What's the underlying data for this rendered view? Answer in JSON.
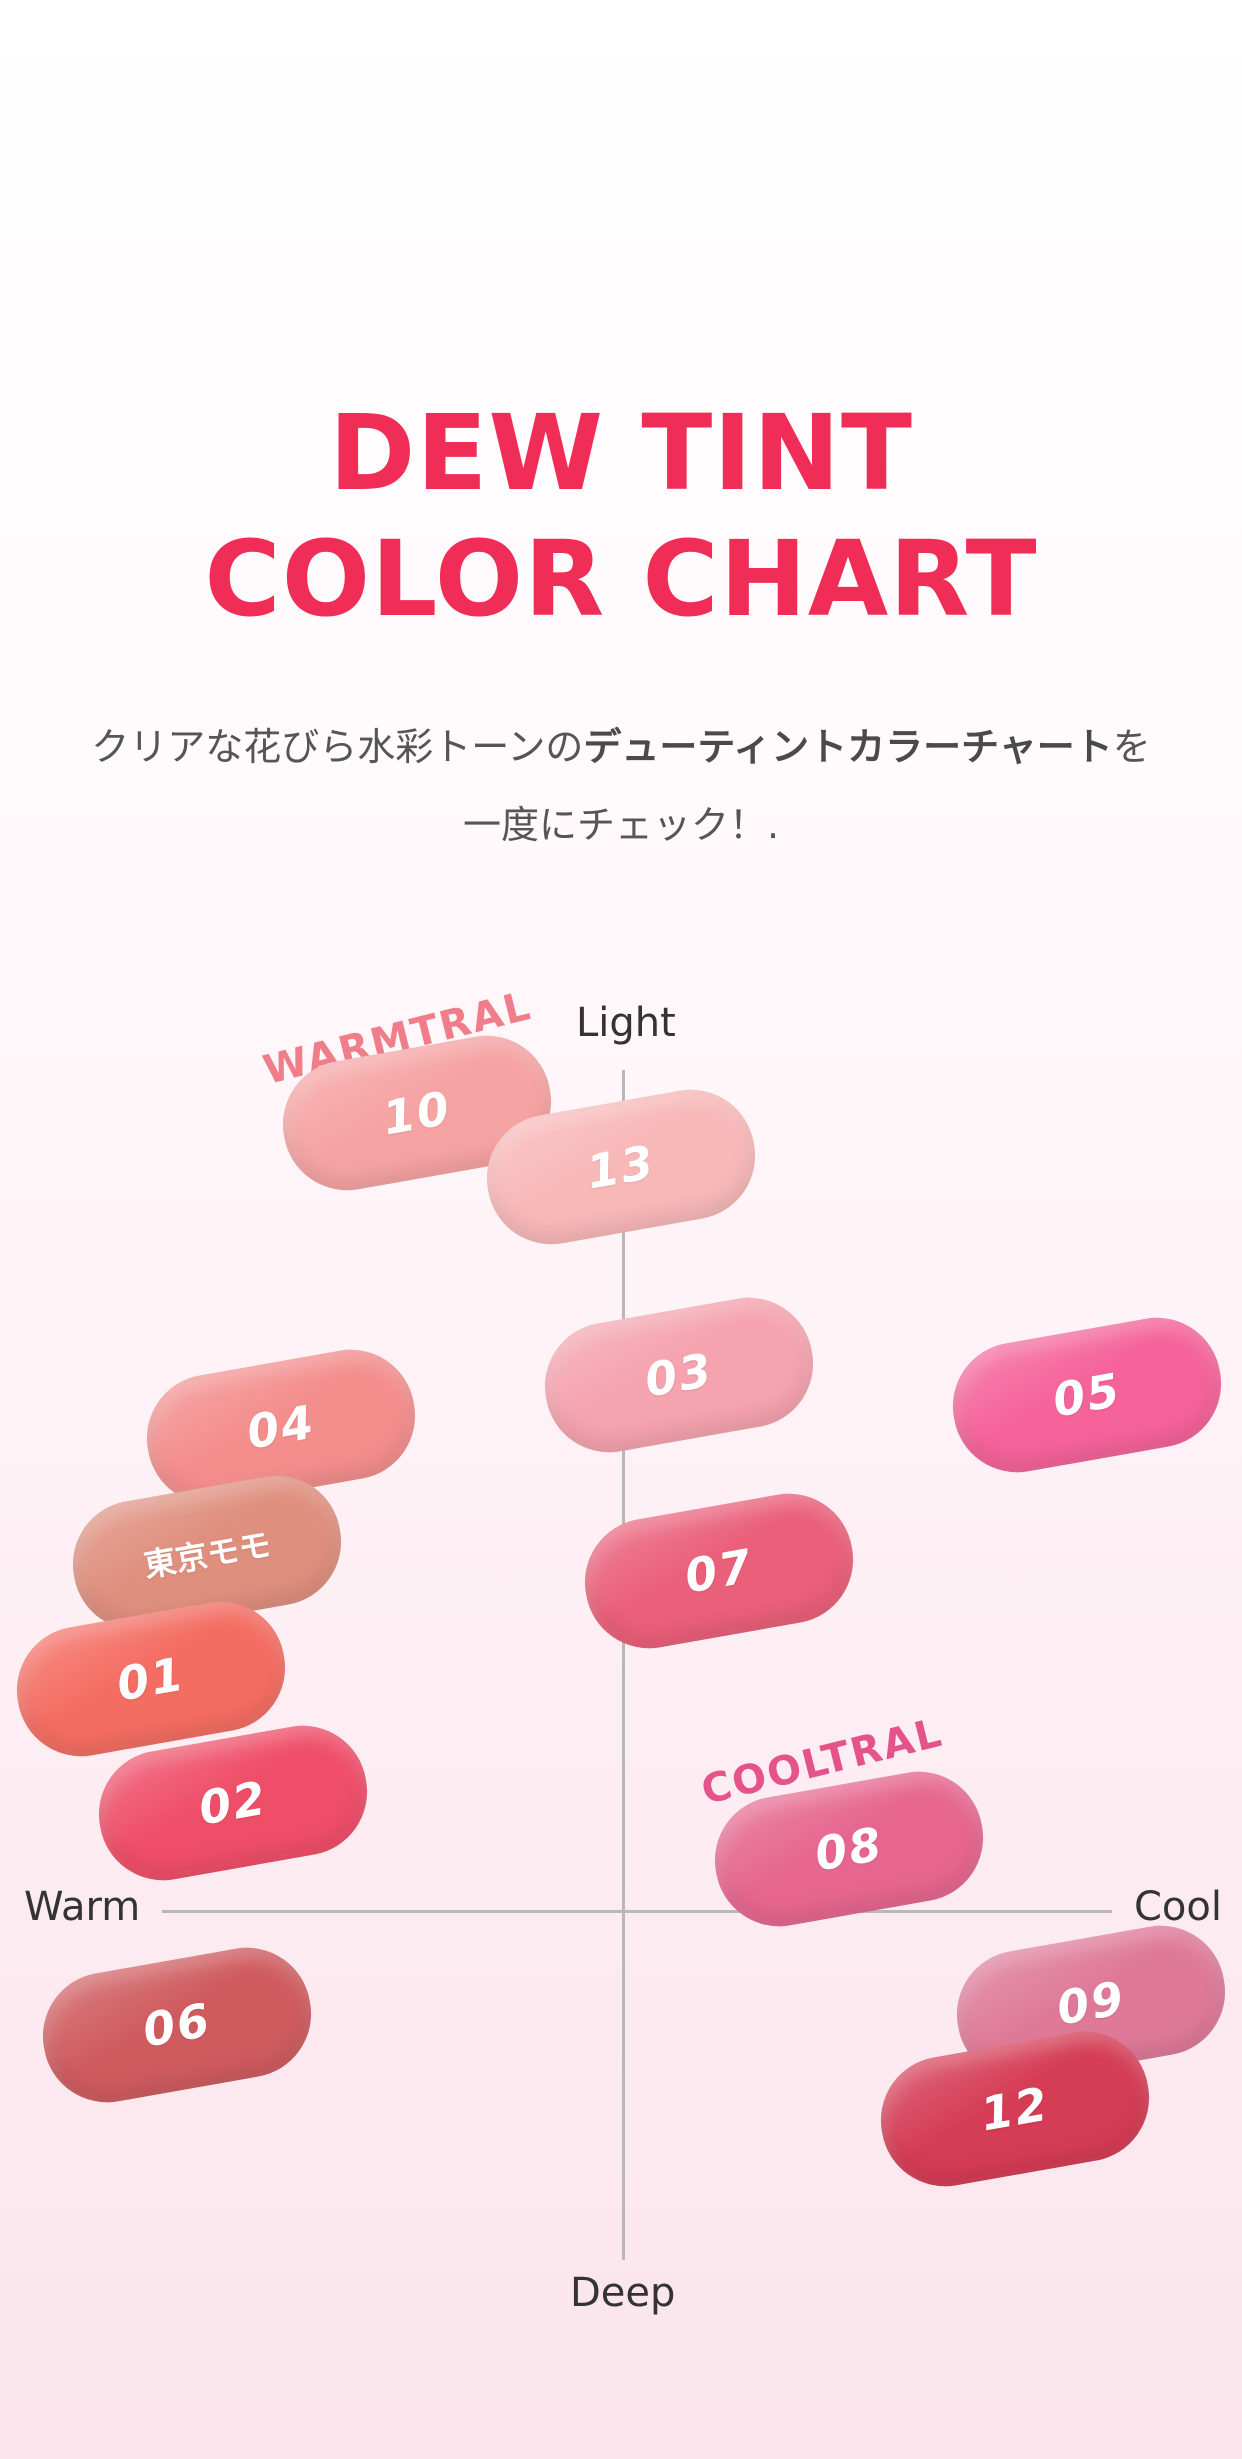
{
  "title": {
    "line1": "DEW TINT",
    "line2": "COLOR CHART"
  },
  "subtitle": {
    "line1_plain": "クリアな花びら水彩トーンの",
    "line1_bold": "デューティントカラーチャート",
    "line1_tail": "を",
    "line2": "一度にチェック！."
  },
  "axes": {
    "top": "Light",
    "bottom": "Deep",
    "left": "Warm",
    "right": "Cool"
  },
  "tags": {
    "warm": "WARMTRAL",
    "cool": "COOLTRAL"
  },
  "colors": {
    "title": "#ef2d56",
    "warm_tag": "#f07e8a",
    "cool_tag": "#e4548a"
  },
  "swatches": [
    {
      "label": "10",
      "color": "#f6a3a3"
    },
    {
      "label": "13",
      "color": "#f8b8b8"
    },
    {
      "label": "03",
      "color": "#f5a3ae"
    },
    {
      "label": "05",
      "color": "#f5639a"
    },
    {
      "label": "04",
      "color": "#f38e8d"
    },
    {
      "label": "東京モモ",
      "color": "#df8f7e"
    },
    {
      "label": "07",
      "color": "#ea5f79"
    },
    {
      "label": "01",
      "color": "#f46d62"
    },
    {
      "label": "02",
      "color": "#ef4e68"
    },
    {
      "label": "08",
      "color": "#e6668f"
    },
    {
      "label": "06",
      "color": "#cf5b5f"
    },
    {
      "label": "09",
      "color": "#de7a98"
    },
    {
      "label": "12",
      "color": "#d53c55"
    }
  ]
}
